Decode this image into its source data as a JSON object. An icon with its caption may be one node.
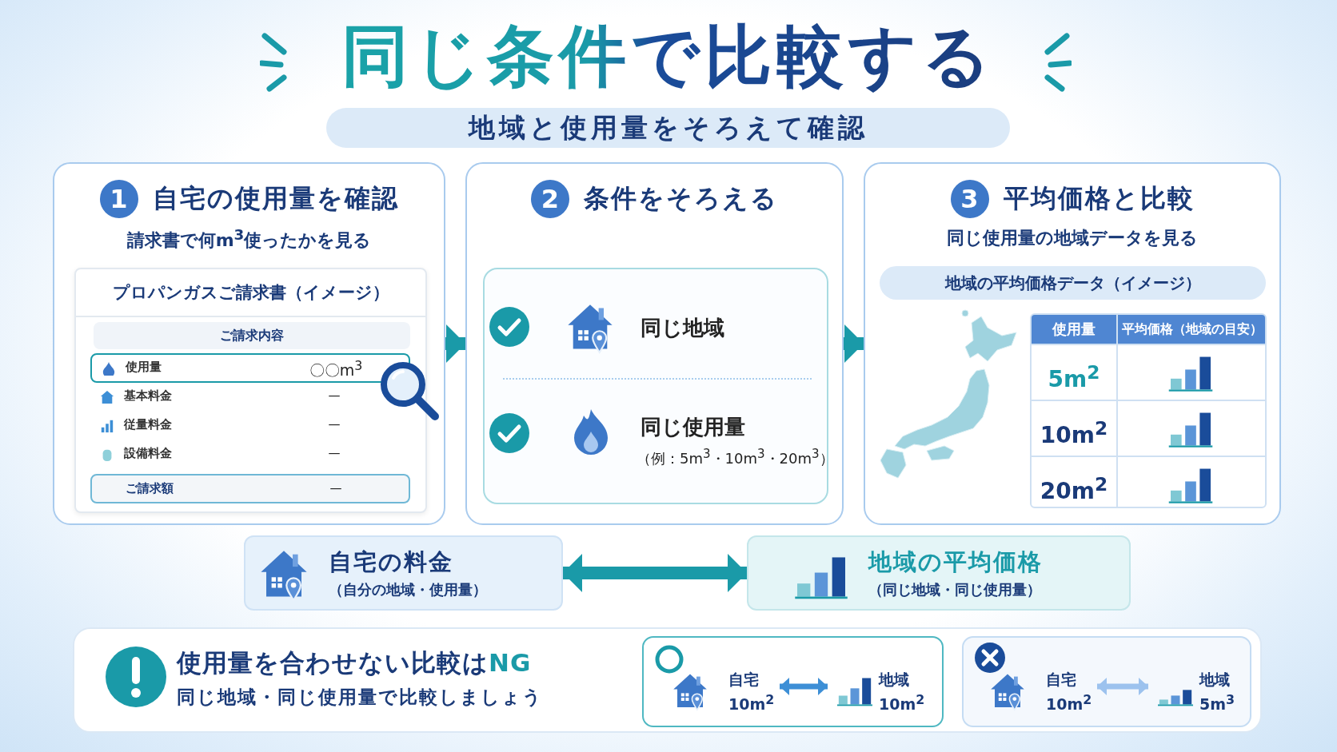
{
  "diagram": {
    "title": "同じ条件で比較する",
    "nodes": [
      {
        "text": [
          "1",
          "自宅の使用量を確認",
          "請求書で何m$^{3}$使ったかを見る"
        ]
      },
      {
        "text": [
          "プロパンガスご請求書（イメージ）"
        ],
        "in": 0
      },
      {
        "text": [
          "2",
          "条件をそろえる"
        ]
      },
      {
        "text": [
          "同じ地域",
          "同じ使用量",
          "（例：5m$^{3}$・10m$^{3}$・20m$^{3}$）"
        ],
        "in": 2
      },
      {
        "text": [
          "3",
          "平均価格と比較",
          "同じ使用量の地域データを見る"
        ]
      },
      {
        "text": [
          "地域の平均価格データ（イメージ）"
        ],
        "in": 4
      },
      {
        "text": [
          "自宅の料金",
          "（自分の地域・使用量）"
        ]
      },
      {
        "text": [
          "地域の平均価格",
          "（同じ地域・同じ使用量）"
        ]
      },
      {
        "text": [
          "使用量を合わせない比較は**NG**",
          "同じ地域・同じ使用量で比較しましょう"
        ]
      },
      {
        "text": [],
        "shape": "box",
        "in": 8
      },
      {
        "text": [
          "自宅",
          "10m$^{2}$"
        ],
        "in": 9
      },
      {
        "text": [
          "地域",
          "10m$^{2}$"
        ],
        "in": 9
      },
      {
        "text": [],
        "shape": "box",
        "in": 8
      },
      {
        "text": [
          "自宅",
          "10m$^{2}$"
        ],
        "in": 12
      },
      {
        "text": [
          "地域",
          "5m$^{3}$"
        ],
        "in": 12
      }
    ],
    "edges": [
      {
        "from": 0,
        "to": 2,
        "arrow": "to"
      },
      {
        "from": 2,
        "to": 4,
        "arrow": "to"
      },
      {
        "from": 6,
        "to": 7,
        "arrow": "both"
      },
      {
        "from": 10,
        "to": 11,
        "arrow": "both",
        "color": "#3d8fd6"
      },
      {
        "from": 13,
        "to": 14,
        "arrow": "both",
        "color": "#9cc2ee"
      }
    ],
    "labels": [
      "地域と使用量をそろえて確認",
      "ご請求内容",
      "使用量",
      "〇〇m$^{3}$",
      "基本料金",
      "—",
      "従量料金",
      "—",
      "設備料金",
      "—",
      "ご請求額",
      "—",
      "使用量",
      "平均価格（地域の目安）",
      "5m$^{2}$",
      "10m$^{2}$",
      "20m$^{2}$"
    ]
  }
}
